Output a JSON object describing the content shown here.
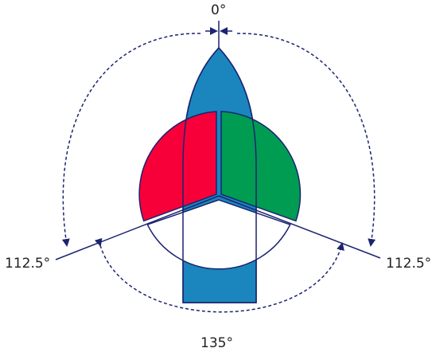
{
  "labels": {
    "top": "0°",
    "left": "112.5°",
    "right": "112.5°",
    "bottom": "135°"
  },
  "colors": {
    "hull": "#1a86bd",
    "port_light": "#f7003a",
    "starboard_light": "#009c52",
    "stern_light": "#ffffff",
    "lines": "#1b2470"
  }
}
